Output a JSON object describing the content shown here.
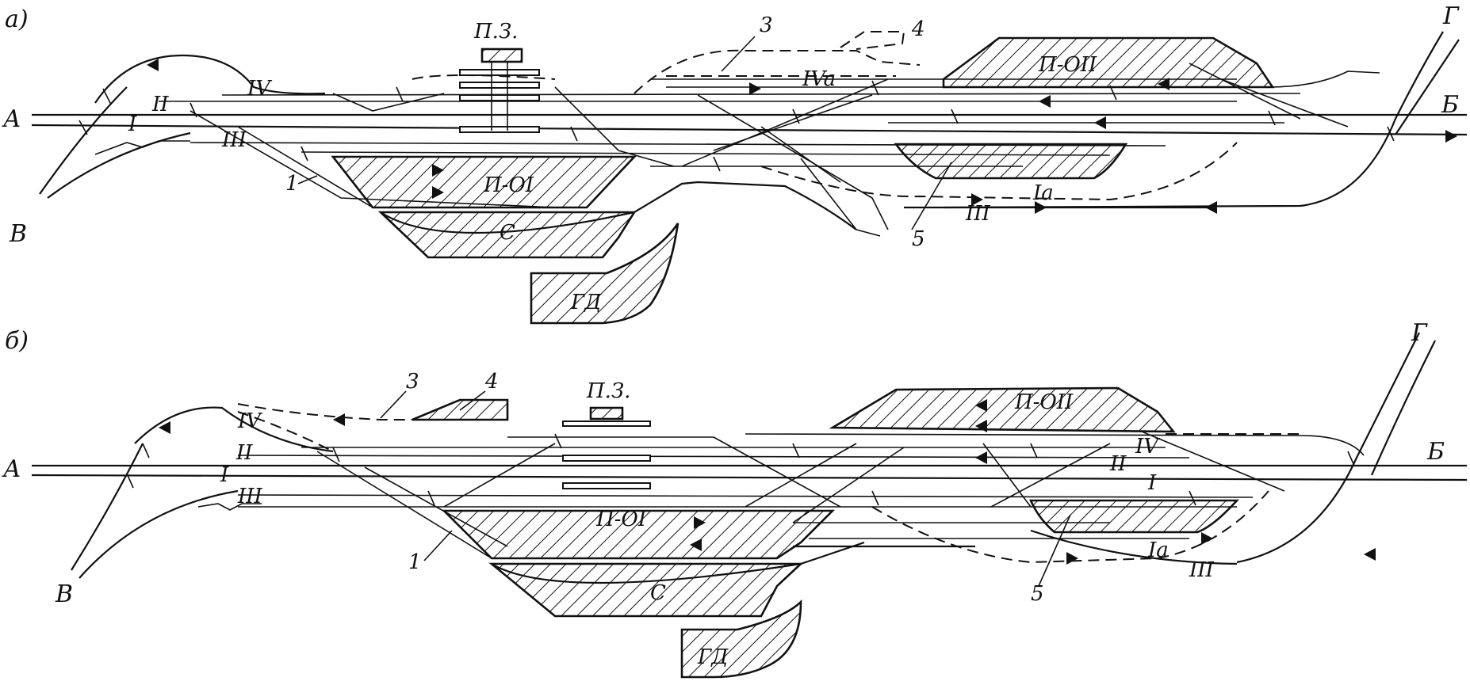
{
  "diagram_a": {
    "panel_label": "а)",
    "endpoint_a": "А",
    "endpoint_b": "Б",
    "endpoint_v": "В",
    "endpoint_g": "Г",
    "track_I": "I",
    "track_II": "II",
    "track_III": "III",
    "track_IV": "IV",
    "track_Ia": "Ia",
    "track_IVa": "IVa",
    "park_po1": "П-ОI",
    "park_po2": "П-ОII",
    "park_s": "С",
    "park_gd": "ГД",
    "depot_pz": "П.З.",
    "callout_1": "1",
    "callout_3": "3",
    "callout_4": "4",
    "callout_5": "5"
  },
  "diagram_b": {
    "panel_label": "б)",
    "endpoint_a": "А",
    "endpoint_b": "Б",
    "endpoint_v": "В",
    "endpoint_g": "Г",
    "track_I": "I",
    "track_II": "II",
    "track_III": "III",
    "track_IV": "IV",
    "track_Ia": "Ia",
    "park_po1": "П-ОI",
    "park_po2": "П-ОII",
    "park_s": "С",
    "park_gd": "ГД",
    "depot_pz": "П.З.",
    "callout_1": "1",
    "callout_3": "3",
    "callout_4": "4",
    "callout_5": "5"
  }
}
